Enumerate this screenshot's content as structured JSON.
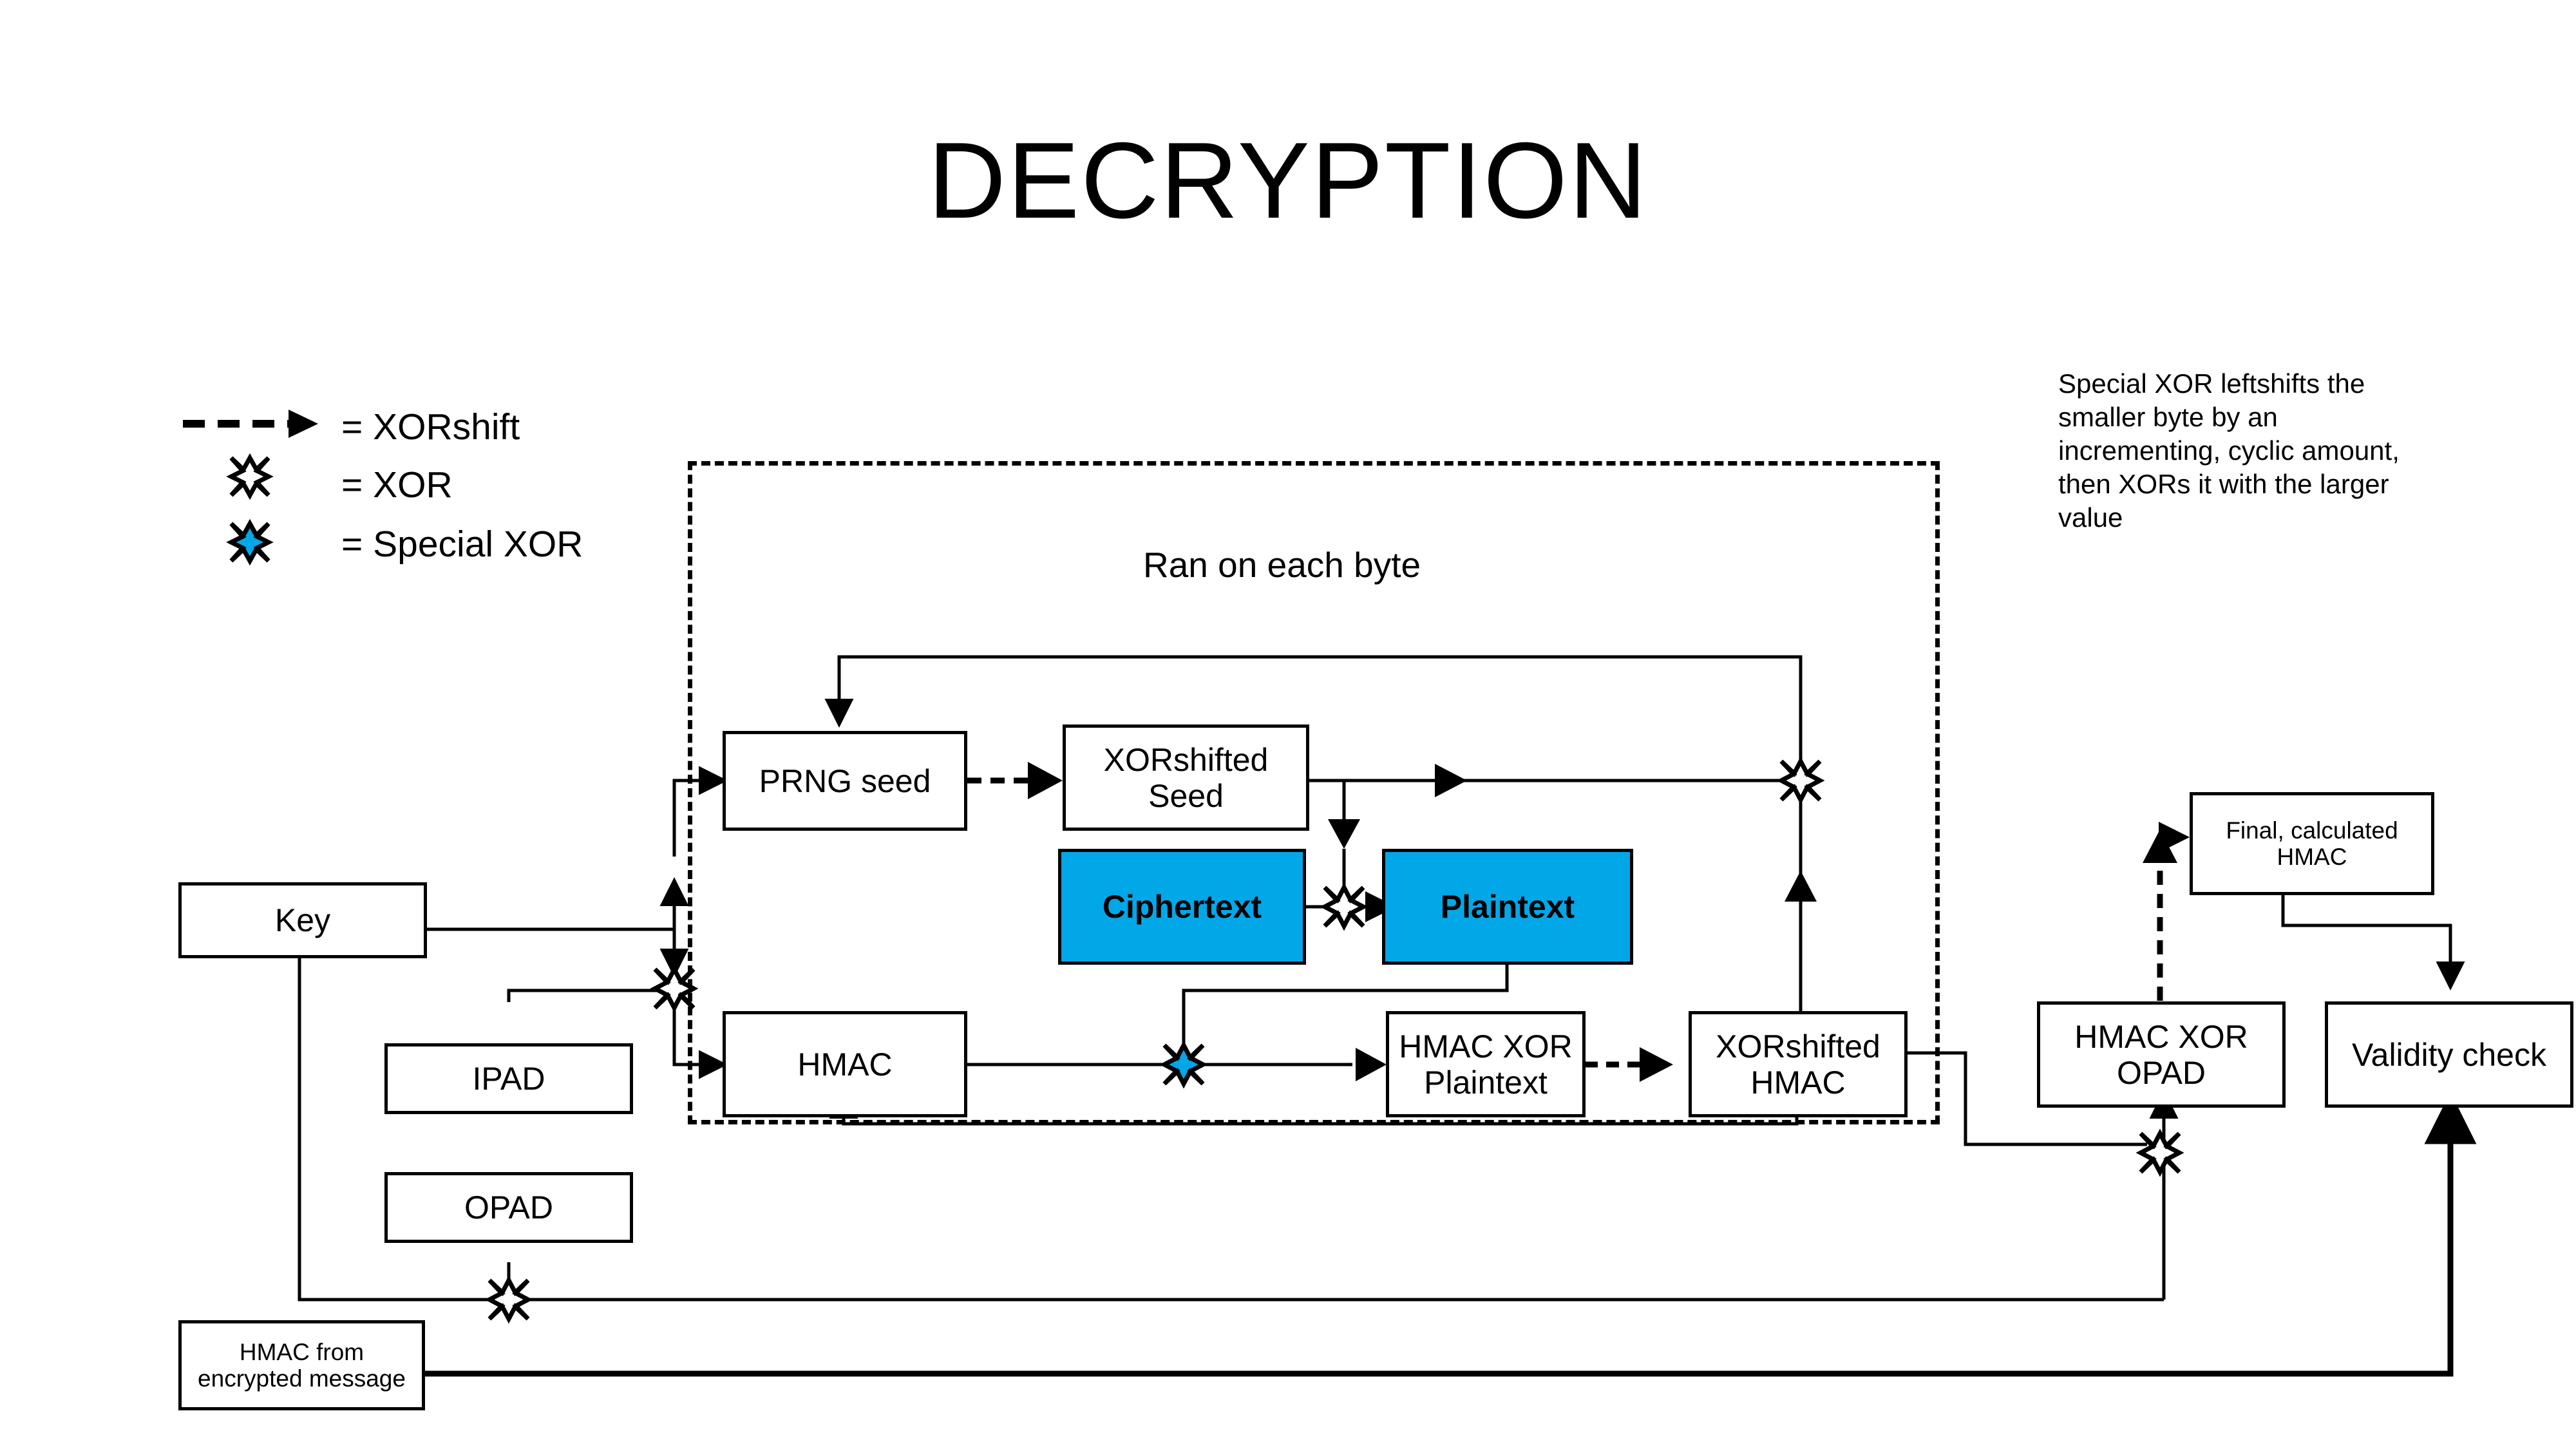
{
  "page": {
    "title": "DECRYPTION",
    "background": "#ffffff",
    "accent_blue": "#02A7E8",
    "line_color": "#000000"
  },
  "legend": {
    "items": [
      {
        "glyph": "dashed-arrow",
        "label": "= XORshift"
      },
      {
        "glyph": "xor-star-white",
        "label": "= XOR"
      },
      {
        "glyph": "xor-star-blue",
        "label": "= Special XOR"
      }
    ]
  },
  "note": {
    "text": "Special XOR leftshifts the smaller byte by an incrementing, cyclic amount, then XORs it with the larger value"
  },
  "byte_loop": {
    "label": "Ran on each byte"
  },
  "nodes": {
    "key": "Key",
    "ipad": "IPAD",
    "opad": "OPAD",
    "hmac_from_encrypted": "HMAC from encrypted message",
    "prng_seed": "PRNG seed",
    "xorshifted_seed": "XORshifted Seed",
    "ciphertext": "Ciphertext",
    "plaintext": "Plaintext",
    "hmac": "HMAC",
    "hmac_xor_plaintext": "HMAC XOR Plaintext",
    "xorshifted_hmac": "XORshifted HMAC",
    "hmac_xor_opad": "HMAC XOR OPAD",
    "final_calculated_hmac": "Final, calculated HMAC",
    "validity_check": "Validity check"
  }
}
